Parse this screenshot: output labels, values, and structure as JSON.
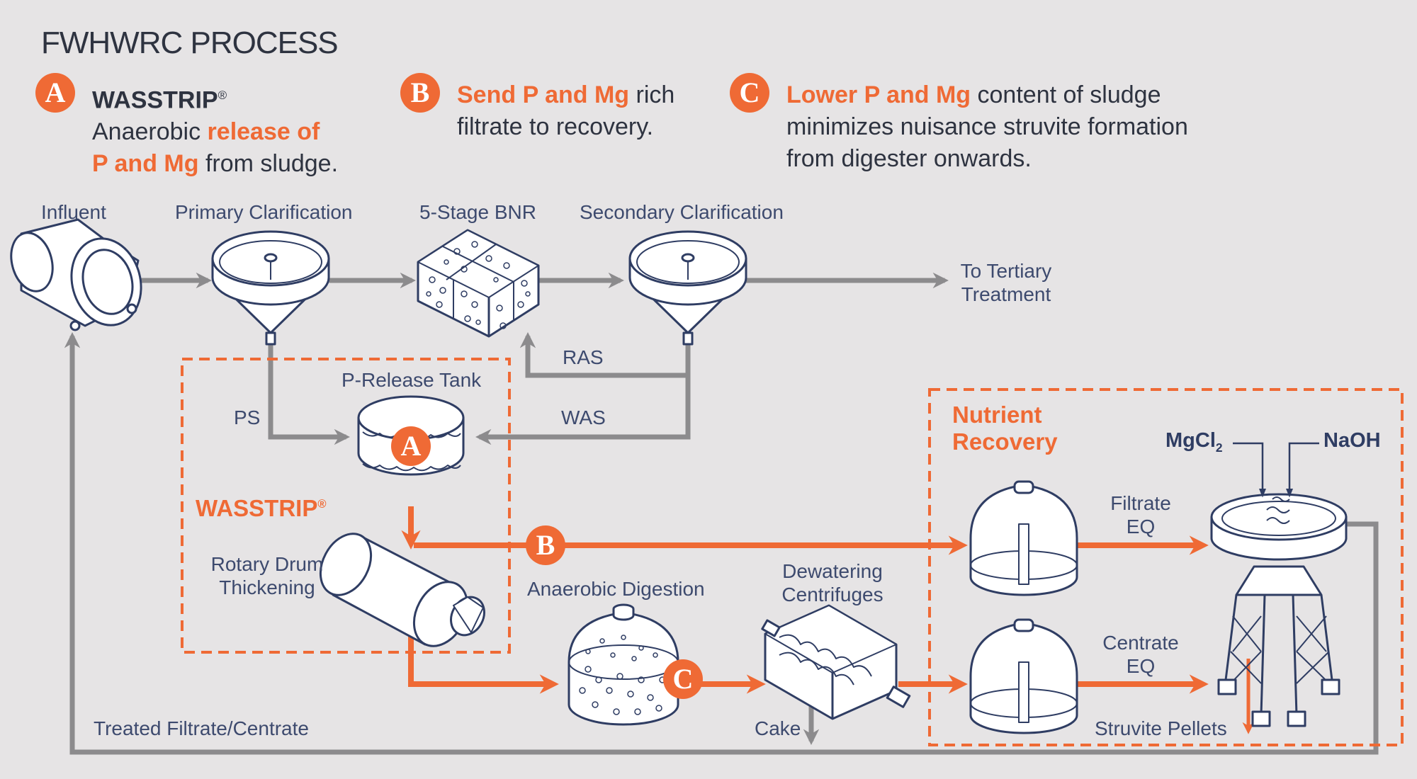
{
  "title": "FWHWRC PROCESS",
  "steps": [
    {
      "badge": "A",
      "bold": "WASSTRIP",
      "sup": "®",
      "line2_pre": "Anaerobic ",
      "line2_hl": "release of",
      "line3_hl": "P and Mg",
      "line3_post": " from sludge."
    },
    {
      "badge": "B",
      "hl": "Send P and Mg",
      "post1": " rich",
      "line2": "filtrate to recovery."
    },
    {
      "badge": "C",
      "hl": "Lower P and Mg",
      "post1": " content of sludge",
      "line2": "minimizes nuisance struvite formation",
      "line3": "from digester onwards."
    }
  ],
  "labels": {
    "influent": "Influent",
    "primary_clarification": "Primary Clarification",
    "bnr": "5-Stage BNR",
    "secondary_clarification": "Secondary Clarification",
    "tertiary_1": "To Tertiary",
    "tertiary_2": "Treatment",
    "ras": "RAS",
    "was": "WAS",
    "ps": "PS",
    "p_release_tank": "P-Release Tank",
    "wasstrip_box": "WASSTRIP",
    "wasstrip_sup": "®",
    "rotary_1": "Rotary Drum",
    "rotary_2": "Thickening",
    "anaerobic_digestion": "Anaerobic Digestion",
    "dewatering_1": "Dewatering",
    "dewatering_2": "Centrifuges",
    "cake": "Cake",
    "nutrient_1": "Nutrient",
    "nutrient_2": "Recovery",
    "mgcl2": "MgCl",
    "mgcl2_sub": "2",
    "naoh": "NaOH",
    "filtrate_eq_1": "Filtrate",
    "filtrate_eq_2": "EQ",
    "centrate_eq_1": "Centrate",
    "centrate_eq_2": "EQ",
    "struvite": "Struvite Pellets",
    "treated": "Treated Filtrate/Centrate",
    "badge_a": "A",
    "badge_b": "B",
    "badge_c": "C"
  },
  "colors": {
    "orange": "#ef6a35",
    "gray": "#8c8b8d",
    "navy": "#2f3d63",
    "background": "#e6e4e5"
  }
}
